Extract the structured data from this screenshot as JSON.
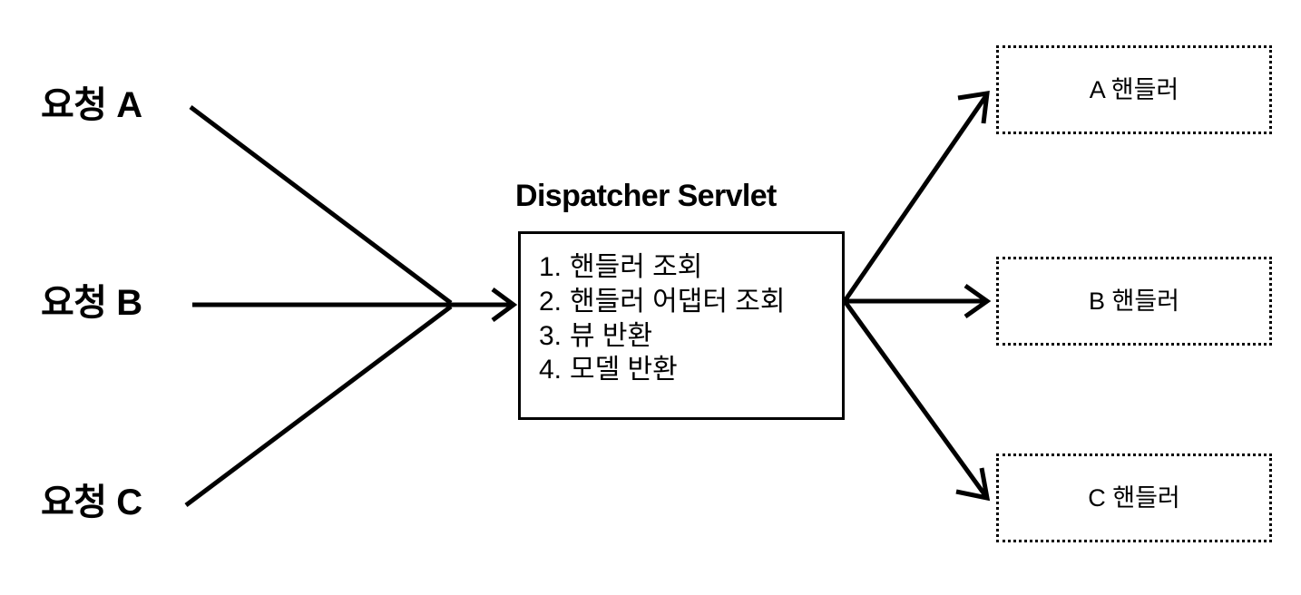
{
  "diagram": {
    "title": "Dispatcher Servlet",
    "requests": [
      {
        "id": "request-a",
        "label": "요청 A"
      },
      {
        "id": "request-b",
        "label": "요청 B"
      },
      {
        "id": "request-c",
        "label": "요청 C"
      }
    ],
    "dispatcher": {
      "title": "Dispatcher Servlet",
      "steps": [
        {
          "number": "1.",
          "text": "핸들러 조회"
        },
        {
          "number": "2.",
          "text": "핸들러 어댑터 조회"
        },
        {
          "number": "3.",
          "text": "뷰 반환"
        },
        {
          "number": "4.",
          "text": "모델 반환"
        }
      ]
    },
    "handlers": [
      {
        "id": "handler-a",
        "label": "A 핸들러"
      },
      {
        "id": "handler-b",
        "label": "B 핸들러"
      },
      {
        "id": "handler-c",
        "label": "C 핸들러"
      }
    ],
    "colors": {
      "stroke": "#000000",
      "background": "#ffffff",
      "text": "#000000"
    }
  }
}
